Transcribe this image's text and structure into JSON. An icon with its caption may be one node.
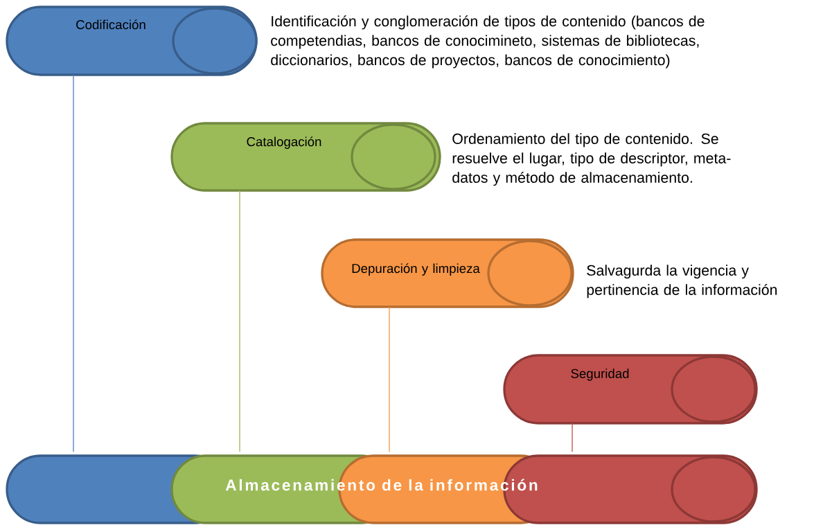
{
  "diagram": {
    "nodes": [
      {
        "text": [
          "Codificación"
        ],
        "beside": [
          "Identificación y conglomeración de tipos de contenido (bancos de competendias, bancos de conocimineto, sistemas de bibliotecas, diccionarios, bancos de proyectos, bancos de conocimiento)"
        ]
      },
      {
        "text": [
          "Catalogación"
        ],
        "beside": [
          "Ordenamiento del tipo de contenido. Se resuelve el lugar, tipo de descriptor, meta-datos y método de almacenamiento."
        ]
      },
      {
        "text": [
          "Depuración y limpieza"
        ],
        "beside": [
          "Salvagurda la vigencia y pertinencia de la información"
        ]
      },
      {
        "text": [
          "Seguridad"
        ]
      },
      {
        "text": [
          "Almacenamiento de la información"
        ]
      }
    ],
    "edges": [
      {
        "from": 0,
        "to": 4,
        "arrow": "none",
        "color": "#4f81bd"
      },
      {
        "from": 1,
        "to": 4,
        "arrow": "none",
        "color": "#9bbb59"
      },
      {
        "from": 2,
        "to": 4,
        "arrow": "none",
        "color": "#f79646"
      },
      {
        "from": 3,
        "to": 4,
        "arrow": "none",
        "color": "#c0504d"
      }
    ]
  }
}
